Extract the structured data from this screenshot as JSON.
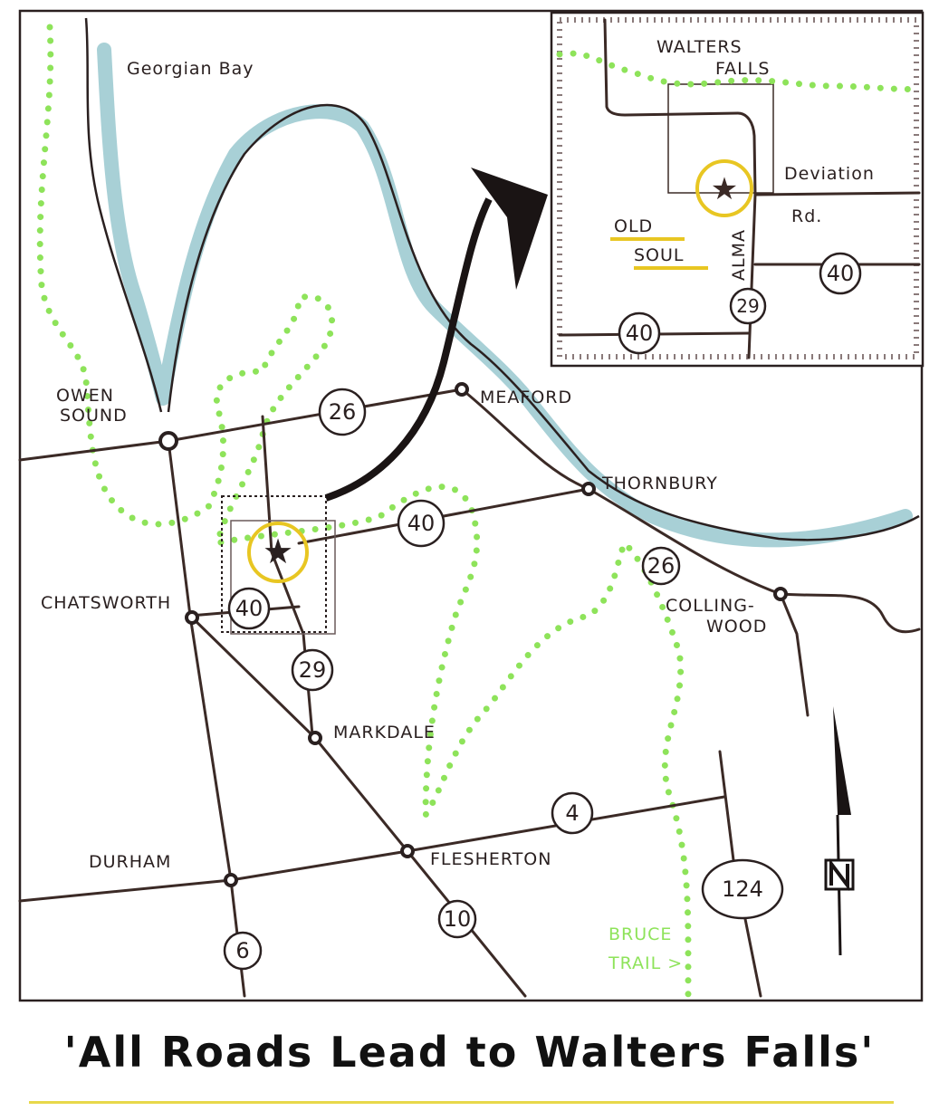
{
  "water": {
    "name": "Georgian Bay"
  },
  "towns": {
    "owen_sound": [
      "OWEN",
      "SOUND"
    ],
    "meaford": "MEAFORD",
    "thornbury": "THORNBURY",
    "collingwood": [
      "COLLING-",
      "WOOD"
    ],
    "chatsworth": "CHATSWORTH",
    "markdale": "MARKDALE",
    "flesherton": "FLESHERTON",
    "durham": "DURHAM"
  },
  "highways": {
    "h26_west": "26",
    "h40_east": "40",
    "h40_west": "40",
    "h29": "29",
    "h26_east": "26",
    "h4": "4",
    "h10": "10",
    "h6": "6",
    "h124": "124"
  },
  "trail": {
    "line1": "BRUCE",
    "line2": "TRAIL >"
  },
  "inset": {
    "village": [
      "WALTERS",
      "FALLS"
    ],
    "road1": "Deviation",
    "road2": "Rd.",
    "street": "ALMA",
    "business": [
      "OLD",
      "SOUL"
    ],
    "h40_right": "40",
    "h40_left": "40",
    "h29": "29"
  },
  "caption": "'All Roads Lead to Walters Falls'",
  "colors": {
    "water": "#9fcbd1",
    "trail": "#8ee35a",
    "highlight": "#e8c622",
    "road": "#3b2a26"
  }
}
